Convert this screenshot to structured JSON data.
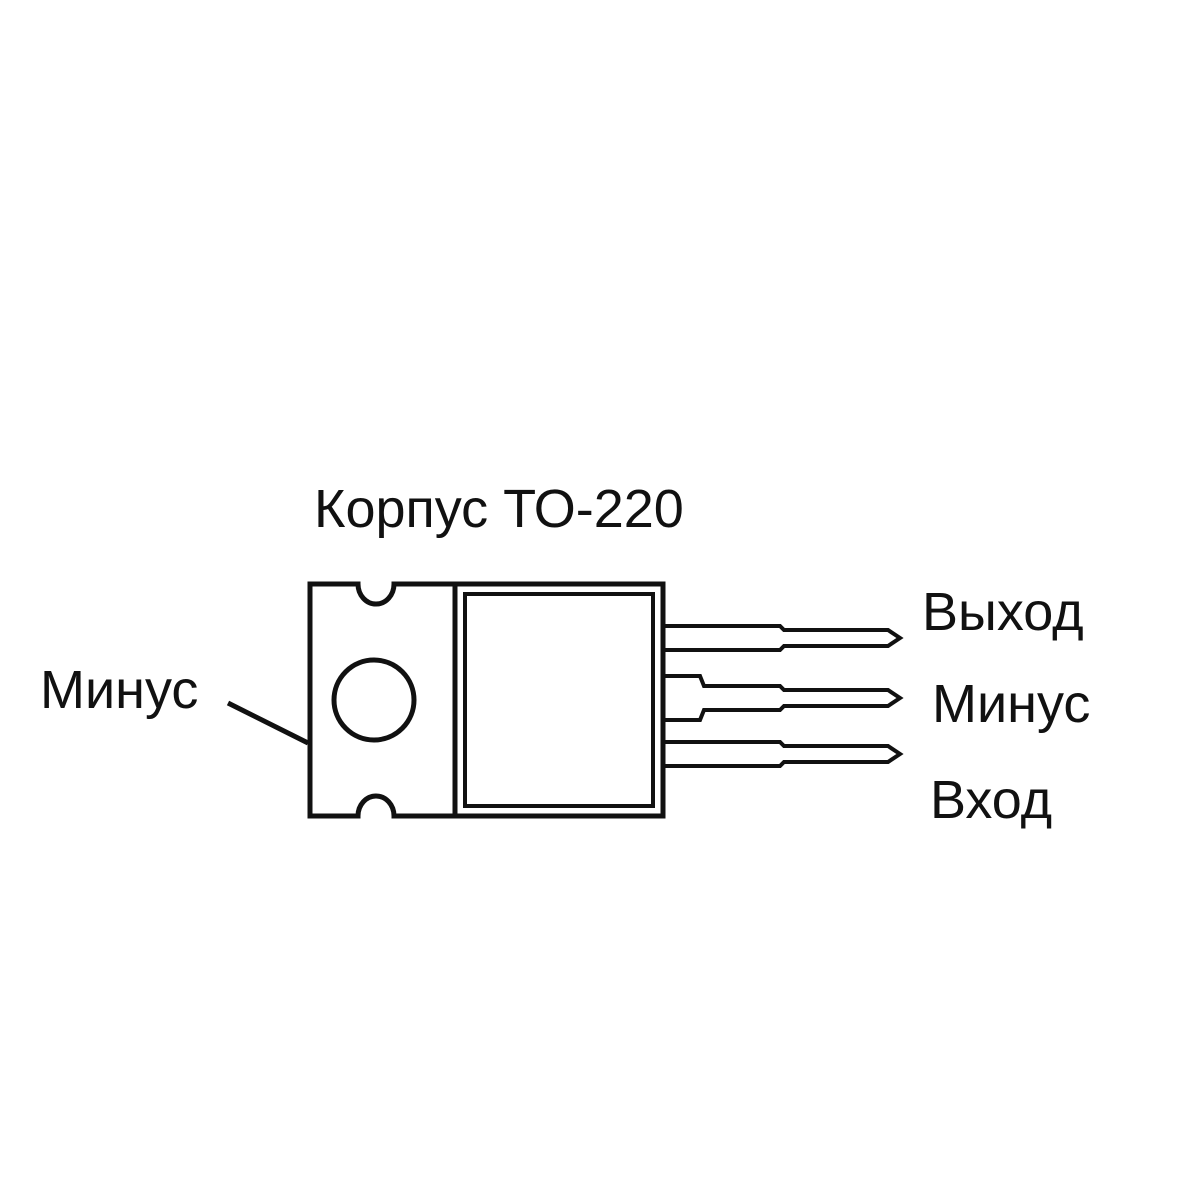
{
  "diagram": {
    "title": "Корпус ТО-220",
    "tab_label": "Минус",
    "pins": [
      {
        "label": "Выход"
      },
      {
        "label": "Минус"
      },
      {
        "label": "Вход"
      }
    ]
  },
  "colors": {
    "ink": "#111111",
    "background": "#ffffff"
  }
}
